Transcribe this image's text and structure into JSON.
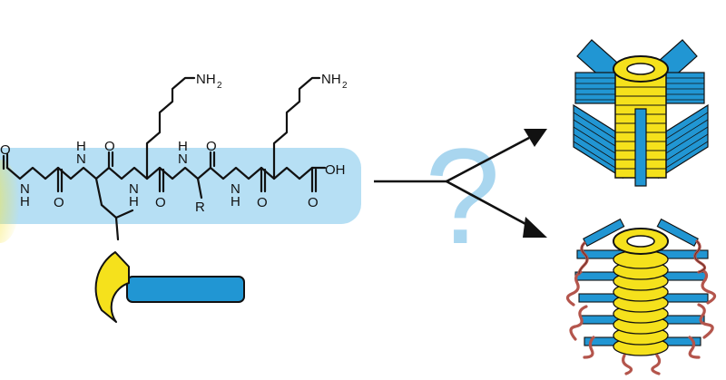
{
  "peptide": {
    "n_label_1": "N",
    "h_label_1": "H",
    "n_label_2": "N",
    "h_label_2": "H",
    "n_label_3": "N",
    "h_label_3": "H",
    "n_label_4": "N",
    "h_label_4": "H",
    "n_label_5": "N",
    "h_label_5": "H",
    "o_labels": [
      "O",
      "O",
      "O",
      "O",
      "O",
      "O",
      "O"
    ],
    "r_group": "R",
    "acid": "OH",
    "amine_1": "NH",
    "amine_1_sub": "2",
    "amine_2": "NH",
    "amine_2_sub": "2"
  },
  "question": "?",
  "colors": {
    "highlight": "#b6dff4",
    "blue": "#2196d3",
    "yellow": "#f5e11c",
    "red": "#b4554c",
    "question": "#a9d6ef"
  }
}
